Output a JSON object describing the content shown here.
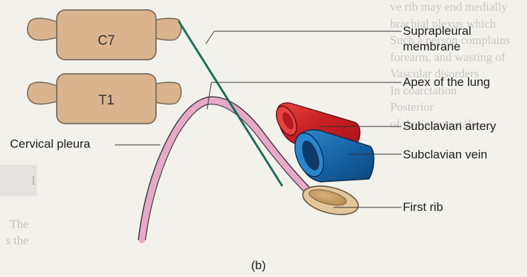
{
  "vertebrae": [
    {
      "label": "C7"
    },
    {
      "label": "T1"
    }
  ],
  "labels": {
    "suprapleural_line1": "Suprapleural",
    "suprapleural_line2": "membrane",
    "apex": "Apex of the lung",
    "subclavian_artery": "Subclavian artery",
    "subclavian_vein": "Subclavian vein",
    "first_rib": "First rib",
    "cervical_pleura": "Cervical pleura"
  },
  "caption": "(b)",
  "background_text": {
    "lines": [
      "ve rib may end medially",
      "brachial plexus which",
      "Such a person complains",
      "forearm, and wasting of",
      "Vascular disorders",
      "In coarctation",
      "Posterior",
      "of the intercostals"
    ],
    "side_tab": "1",
    "side_lines": [
      "The",
      "s the"
    ]
  },
  "colors": {
    "vertebra_fill": "#d9b48f",
    "vertebra_stroke": "#7a6a5a",
    "membrane": "#1e6b5a",
    "pleura": "#e6a9c8",
    "artery": "#d7262b",
    "vein": "#1a6fb8",
    "rib_fill": "#e2c79c"
  }
}
